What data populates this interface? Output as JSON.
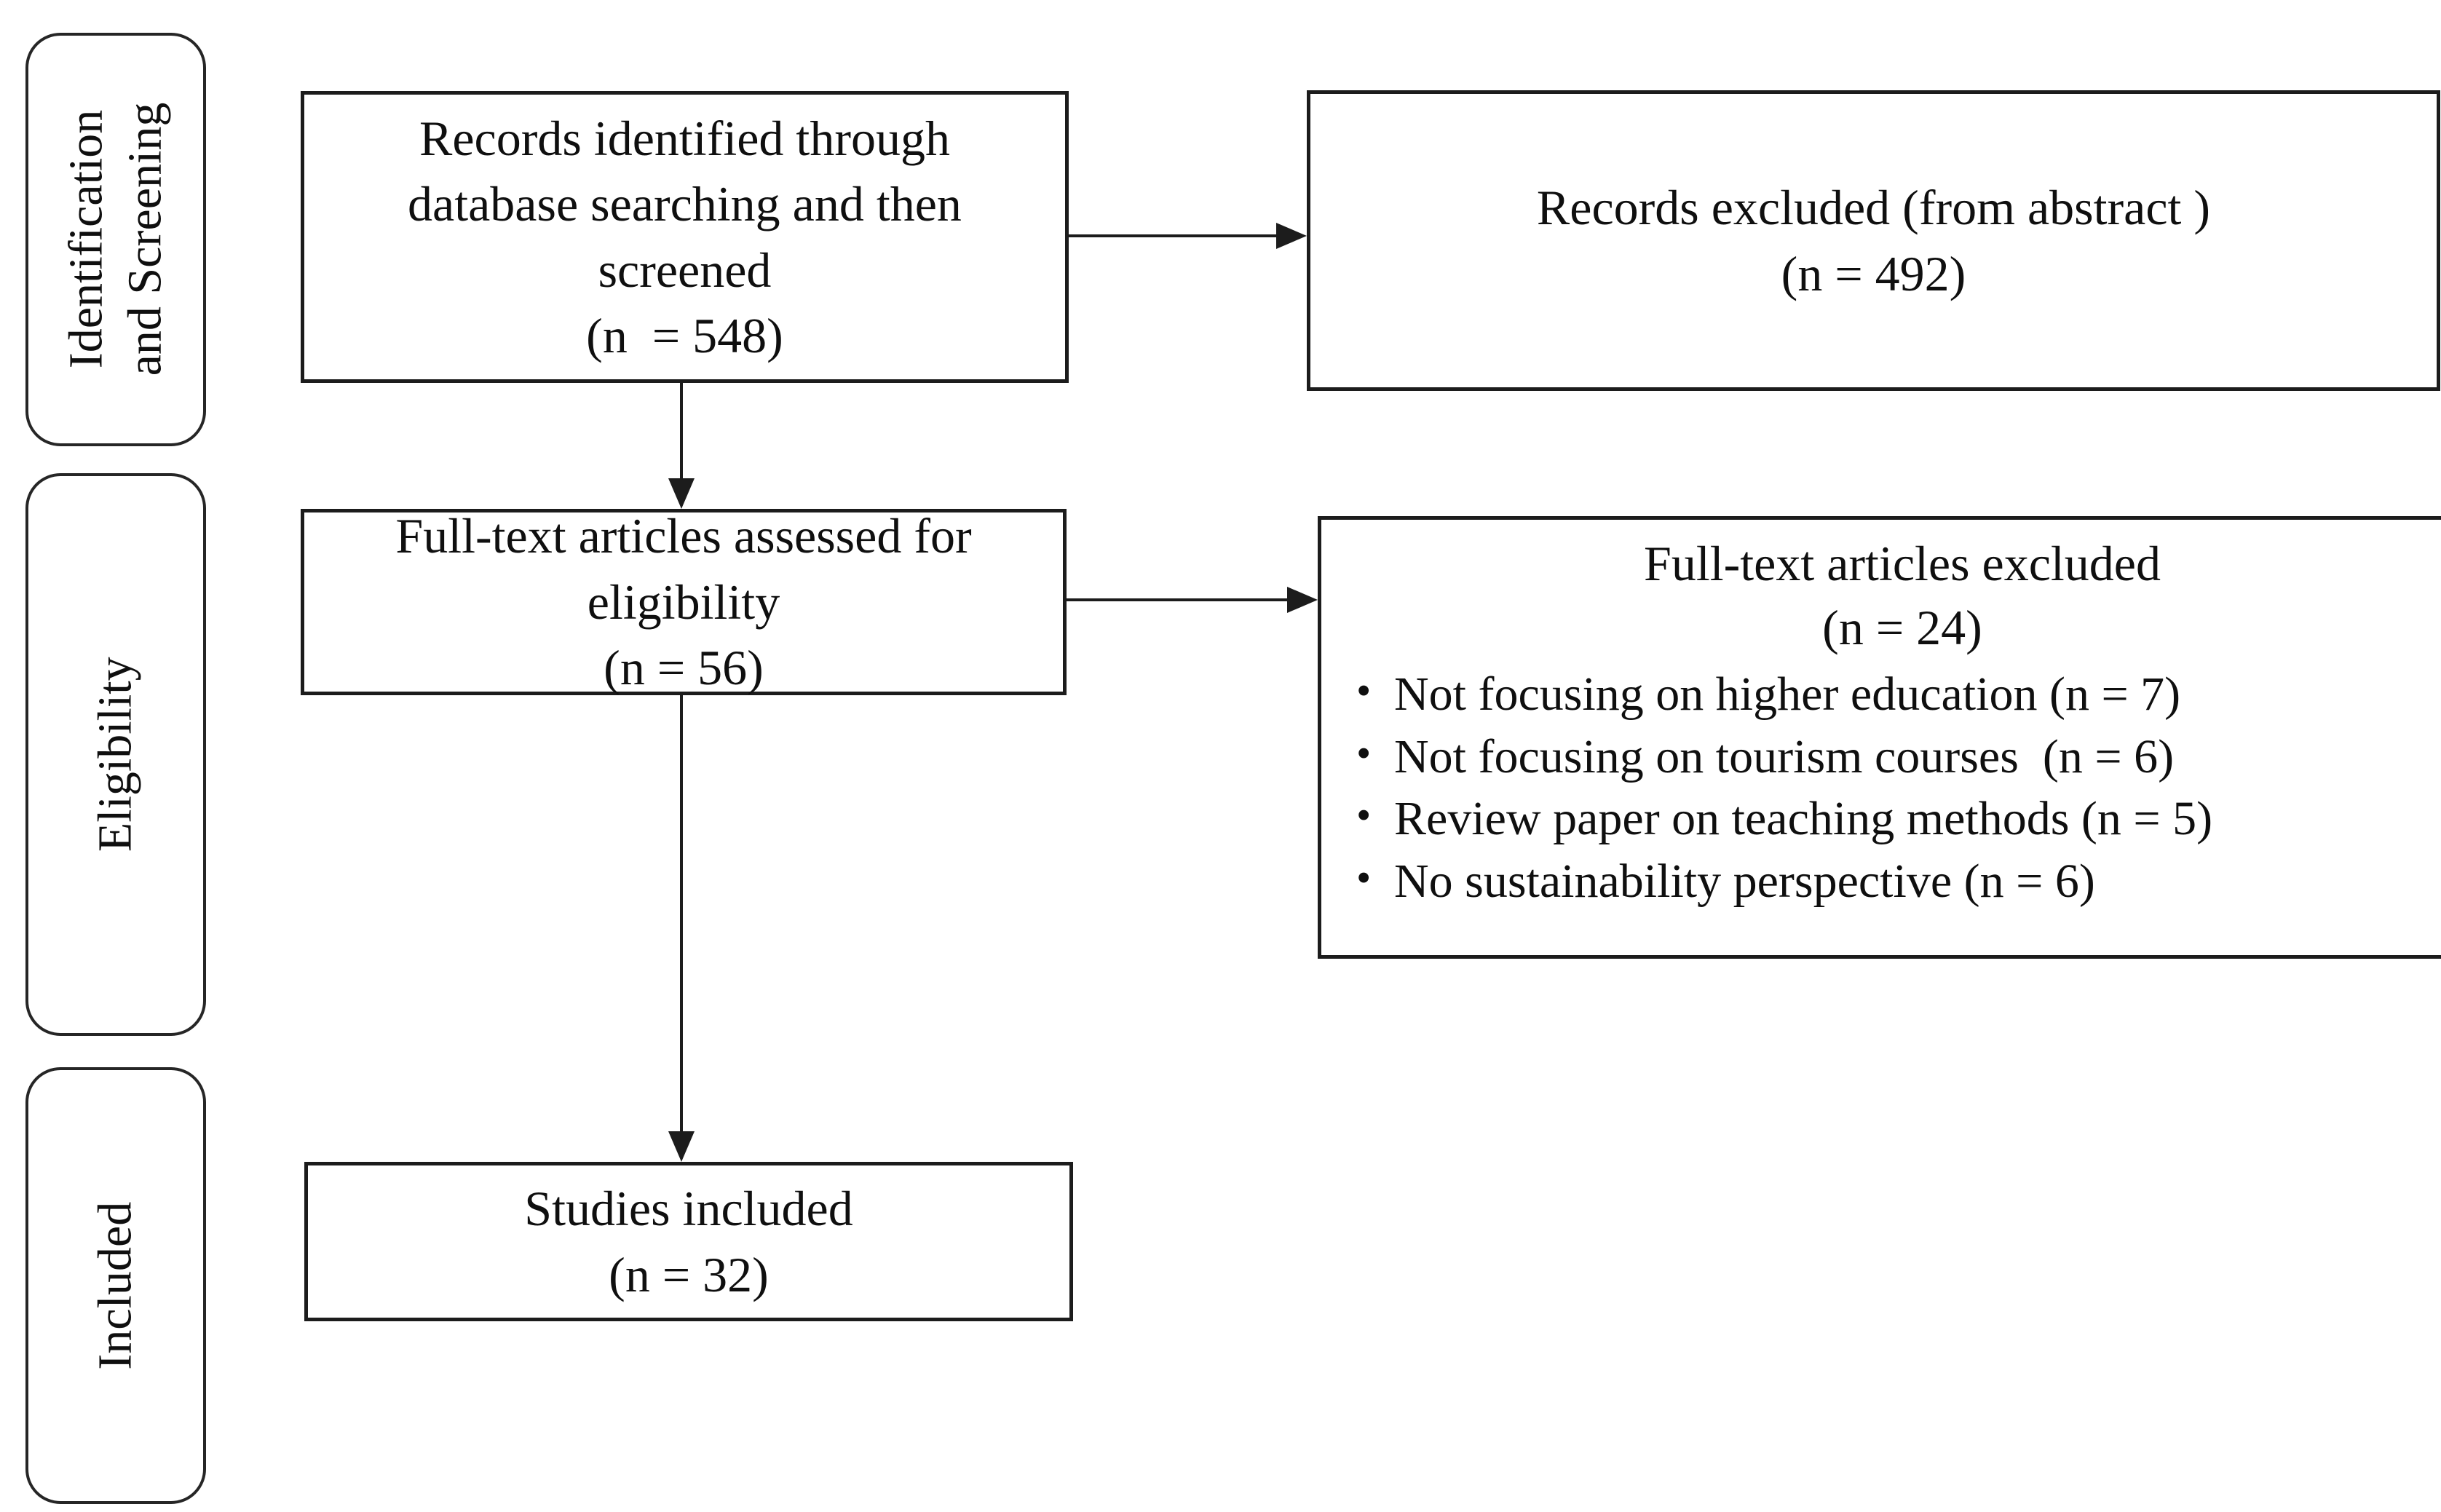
{
  "palette": {
    "background": "#ffffff",
    "line_color": "#1c1c1c",
    "text_color": "#0f0f0f"
  },
  "sidebar": {
    "stages": [
      {
        "label": "Identification\nand Screening"
      },
      {
        "label": "Eligibility"
      },
      {
        "label": "Included"
      }
    ]
  },
  "flow": {
    "records_identified": {
      "text": "Records identified through\ndatabase searching and then\nscreened\n(n  = 548)"
    },
    "records_excluded": {
      "text": "Records excluded (from abstract )\n(n = 492)"
    },
    "fulltext_assessed": {
      "text": "Full-text articles assessed for\neligibility\n(n = 56)"
    },
    "fulltext_excluded": {
      "title": "Full-text articles excluded",
      "count": "(n = 24)",
      "bullet_glyph": "•",
      "reasons": [
        "Not focusing on higher education (n = 7)",
        "Not focusing on tourism courses  (n = 6)",
        "Review paper on teaching methods (n = 5)",
        "No sustainability perspective (n = 6)"
      ]
    },
    "studies_included": {
      "text": "Studies included\n(n = 32)"
    }
  }
}
